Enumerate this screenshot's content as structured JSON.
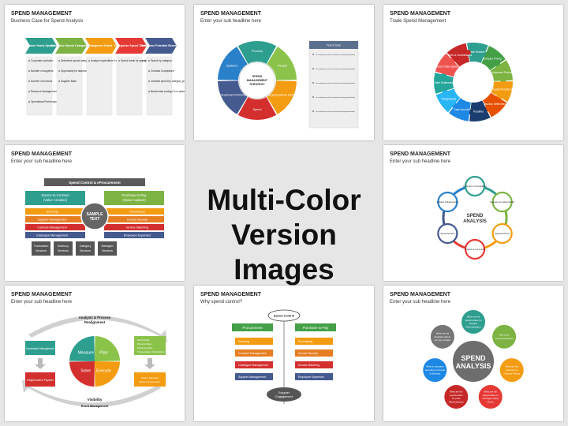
{
  "center": {
    "line1": "Multi-Color",
    "line2": "Version Images"
  },
  "slides": [
    {
      "title": "SPEND MANAGEMENT",
      "subtitle": "Business Case for Spend Analysis",
      "arrows": [
        {
          "label": "Obtain Yearly Spend",
          "color": "#2e9e8f"
        },
        {
          "label": "Determine Spend Categories",
          "color": "#7cb342"
        },
        {
          "label": "Categorize Select",
          "color": "#f39c12"
        },
        {
          "label": "Categorize Spend Trust",
          "color": "#e53935"
        },
        {
          "label": "Determine Potential Benefits",
          "color": "#455a8f"
        }
      ],
      "bullets": [
        [
          "Corporate contracts",
          "Number of suppliers",
          "Number of invoices",
          "Resource Management issues",
          "Operational Performance"
        ],
        [
          "Determine spend categories",
          "Opportunity for stakeholder collaboration",
          "Supplier Base"
        ],
        [
          "Analyze expenditure from yearly spend into the spend categories agreed"
        ],
        [
          "Spend break by spend category"
        ],
        [
          "Spend by category",
          "Contract Compliance",
          "Invested spend by category (# of suppliers",
          "Benchmark savings % in addressable spend by category"
        ]
      ]
    },
    {
      "title": "SPEND MANAGEMENT",
      "subtitle": "Enter your sub headline here",
      "center": [
        "SPEND",
        "MANAGEMENT",
        "STRATEGY"
      ],
      "segments": [
        {
          "label": "Process",
          "color": "#2e9e8f"
        },
        {
          "label": "People",
          "color": "#8bc34a"
        },
        {
          "label": "Organizational Design",
          "color": "#f39c12"
        },
        {
          "label": "Spend",
          "color": "#d32f2f"
        },
        {
          "label": "Organizational Performance",
          "color": "#455a8f"
        },
        {
          "label": "Systems",
          "color": "#2a80c9"
        }
      ],
      "textbox": {
        "heading": "Text is here",
        "para": "This is a sample text that you can edit. You can change font(size, color, name) or apply any desired formatting."
      }
    },
    {
      "title": "SPEND MANAGEMENT",
      "subtitle": "Trade Spend Management",
      "pieces": [
        {
          "label": "Trade Rebates",
          "color": "#2e9e8f"
        },
        {
          "label": "Complex Pricing",
          "color": "#43a047"
        },
        {
          "label": "Advanced Pricing",
          "color": "#7cb342"
        },
        {
          "label": "Trade Promotions",
          "color": "#f39c12"
        },
        {
          "label": "Deduction Settlement",
          "color": "#e65100"
        },
        {
          "label": "Royalties",
          "color": "#1a3c6e"
        },
        {
          "label": "Trade Accruals",
          "color": "#1e88e5"
        },
        {
          "label": "Chargebacks",
          "color": "#29b6f6"
        },
        {
          "label": "Claim Settlement",
          "color": "#26a69a"
        },
        {
          "label": "Advanced Trade Agreements",
          "color": "#ef5350"
        },
        {
          "label": "Fees & Commissions",
          "color": "#c62828"
        }
      ]
    },
    {
      "title": "SPEND MANAGEMENT",
      "subtitle": "Enter your sub headline here",
      "top_bar": "Spend Control & eProcurement",
      "left_head": [
        "Source-to-Contract",
        "(Value Creation)"
      ],
      "right_head": [
        "Purchase-to-Pay",
        "(Value Capture)"
      ],
      "center": [
        "SAMPLE",
        "TEXT"
      ],
      "left_items": [
        {
          "label": "Sourcing",
          "color": "#f39c12"
        },
        {
          "label": "Supplier Management",
          "color": "#e67e22"
        },
        {
          "label": "Contract Management",
          "color": "#d32f2f"
        },
        {
          "label": "Catalogue Management",
          "color": "#455a8f"
        }
      ],
      "right_items": [
        {
          "label": "Purchasing",
          "color": "#f39c12"
        },
        {
          "label": "Invoice Receipt",
          "color": "#e67e22"
        },
        {
          "label": "Invoice Matching",
          "color": "#d32f2f"
        },
        {
          "label": "Employee Expenses",
          "color": "#455a8f"
        }
      ],
      "bottom": [
        [
          "Transaction",
          "Services"
        ],
        [
          "Advisory",
          "Services"
        ],
        [
          "Category",
          "Services"
        ],
        [
          "Managed",
          "Services"
        ]
      ]
    },
    {
      "title": "SPEND MANAGEMENT",
      "subtitle": "Enter your sub headline here",
      "center": [
        "SPEND",
        "ANALYSIS"
      ],
      "nodes": [
        {
          "label": "Collection & Consolidation",
          "color": "#2e9e8f"
        },
        {
          "label": "Cleansing & Categorization",
          "color": "#7cb342"
        },
        {
          "label": "Data Enrichment",
          "color": "#f39c12"
        },
        {
          "label": "Analysis & Comments",
          "color": "#e53935"
        },
        {
          "label": "Spend Decision",
          "color": "#455a8f"
        },
        {
          "label": "Refresh & Maintenance",
          "color": "#2a80c9"
        }
      ]
    },
    {
      "title": "SPEND MANAGEMENT",
      "subtitle": "Enter your sub headline here",
      "top_label": [
        "Analysis & Process",
        "Realignment"
      ],
      "bottom_label": "Visibility",
      "bottom_sub": "Event Management",
      "quadrants": [
        {
          "label": "Measure",
          "color": "#2e9e8f"
        },
        {
          "label": "Plan",
          "color": "#8bc34a"
        },
        {
          "label": "Execute",
          "color": "#f39c12"
        },
        {
          "label": "Solve",
          "color": "#d32f2f"
        }
      ],
      "left_boxes": [
        "Information Management",
        "Freight Audit & Payment"
      ],
      "right_box1": [
        "Benchmarks",
        "Process Rules",
        "Routing Guides",
        "Transportation Optimization"
      ],
      "right_box2": [
        "Carrier Selection",
        "Shipment Execution"
      ]
    },
    {
      "title": "SPEND MANAGEMENT",
      "subtitle": "Why spend control?",
      "top": "Spend Control",
      "bottom": [
        "Supplier",
        "Engagement"
      ],
      "left_head": "Procurement",
      "right_head": "Purchase-to-Pay",
      "left_items": [
        {
          "label": "Sourcing",
          "color": "#f39c12"
        },
        {
          "label": "Contract Management",
          "color": "#e67e22"
        },
        {
          "label": "Catalogue Management",
          "color": "#d32f2f"
        },
        {
          "label": "Supplier Management",
          "color": "#455a8f"
        }
      ],
      "right_items": [
        {
          "label": "Purchasing",
          "color": "#f39c12"
        },
        {
          "label": "Invoice Receipt",
          "color": "#e67e22"
        },
        {
          "label": "Invoice Matching",
          "color": "#d32f2f"
        },
        {
          "label": "Employee Expenses",
          "color": "#455a8f"
        }
      ]
    },
    {
      "title": "SPEND MANAGEMENT",
      "subtitle": "Enter your sub headline here",
      "center": [
        "SPEND",
        "ANALYSIS"
      ],
      "circles": [
        {
          "lines": [
            "What are the",
            "Opportunities for",
            "Supplier",
            "Rationalization"
          ],
          "color": "#2e9e8f"
        },
        {
          "lines": [
            "How Lean",
            "are the processes"
          ],
          "color": "#7cb342"
        },
        {
          "lines": [
            "What are the",
            "Selection &",
            "Grounds Taxing"
          ],
          "color": "#f39c12"
        },
        {
          "lines": [
            "What are the",
            "opportunities to",
            "leverage buying",
            "Power"
          ],
          "color": "#e53935"
        },
        {
          "lines": [
            "What are the",
            "opportunities",
            "for price",
            "Rationalization"
          ],
          "color": "#c62828"
        },
        {
          "lines": [
            "What is company",
            "spending on Goods",
            "& Services"
          ],
          "color": "#1e88e5"
        },
        {
          "lines": [
            "What are the",
            "Suppliers where",
            "are they located"
          ],
          "color": "#757575"
        }
      ]
    }
  ]
}
